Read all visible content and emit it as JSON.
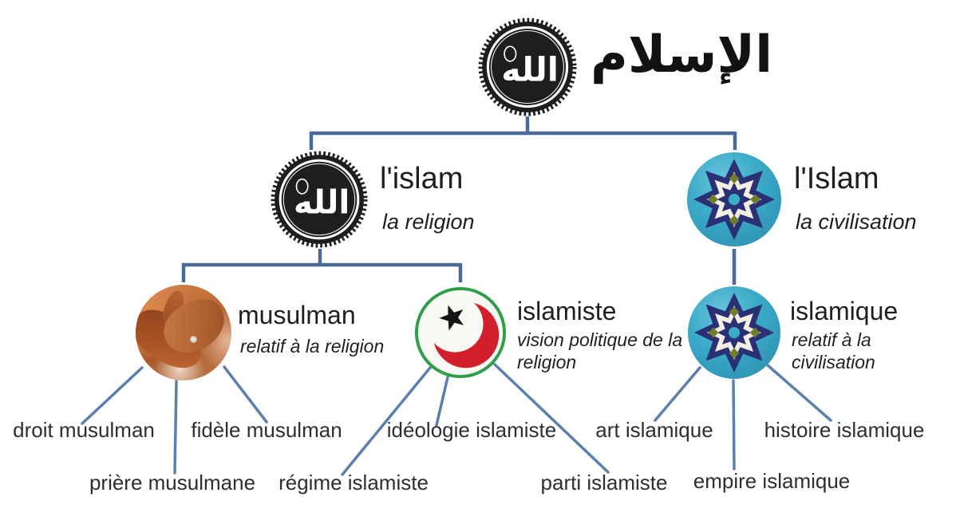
{
  "title": {
    "arabic": "الإسلام"
  },
  "medallion": {
    "calligraphy": "الله"
  },
  "nodes": {
    "root": {
      "icon": "allah-calligraphy-medallion"
    },
    "islam_religion": {
      "label": "l'islam",
      "subtitle": "la religion",
      "icon": "allah-calligraphy-medallion"
    },
    "islam_civilisation": {
      "label": "l'Islam",
      "subtitle": "la civilisation",
      "icon": "islamic-tile-star-mosaic"
    },
    "musulman": {
      "label": "musulman",
      "subtitle": "relatif à la religion",
      "icon": "praying-hands-photo"
    },
    "islamiste": {
      "label": "islamiste",
      "subtitle": "vision politique de la religion",
      "icon": "star-and-crescent-emblem"
    },
    "islamique": {
      "label": "islamique",
      "subtitle": "relatif à la civilisation",
      "icon": "islamic-tile-star-mosaic"
    }
  },
  "leaves": [
    {
      "label": "droit musulman"
    },
    {
      "label": "fidèle musulman"
    },
    {
      "label": "prière musulmane"
    },
    {
      "label": "régime islamiste"
    },
    {
      "label": "idéologie islamiste"
    },
    {
      "label": "parti islamiste"
    },
    {
      "label": "art islamique"
    },
    {
      "label": "histoire islamique"
    },
    {
      "label": "empire islamique"
    }
  ],
  "colors": {
    "connector_elbow": "#4a6b96",
    "connector_fan": "#5b80ad",
    "text": "#262626",
    "medallion_black": "#1e1e1e",
    "crescent_red": "#d1202c",
    "crescent_ring_green": "#2f9e48",
    "tile_turquoise": "#3aabc9",
    "tile_navy": "#2a3076",
    "tile_olive": "#6f7f2e"
  }
}
